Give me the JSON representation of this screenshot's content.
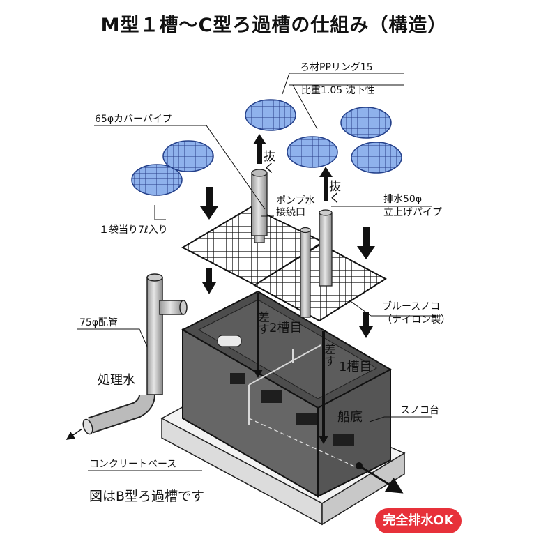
{
  "title": "M型１槽〜C型ろ過槽の仕組み（構造）",
  "labels": {
    "media_name": "ろ材PPリング15",
    "media_gravity": "比重1.05 沈下性",
    "cover_pipe": "65φカバーパイプ",
    "bag_capacity": "１袋当り7ℓ入り",
    "pump_connection_1": "ポンプ水",
    "pump_connection_2": "接続口",
    "drain_1": "排水50φ",
    "drain_2": "立上げパイプ",
    "pull_1": "抜く",
    "pull_2": "抜く",
    "insert_1": "差す",
    "insert_2": "差す",
    "tank_2": "2槽目",
    "tank_1": "1槽目",
    "blue_grid_1": "ブルースノコ",
    "blue_grid_2": "（ナイロン製）",
    "pipe_75": "75φ配管",
    "treated_water": "処理水",
    "boat_bottom": "船底",
    "grid_stand": "スノコ台",
    "concrete_base": "コンクリートベース",
    "figure_note": "図はB型ろ過槽です",
    "complete_drain": "完全排水OK"
  },
  "colors": {
    "net_blue": "#7fa6e6",
    "net_line": "#24408a",
    "tank_dark": "#5a5a5a",
    "badge_red": "#e7313a"
  }
}
